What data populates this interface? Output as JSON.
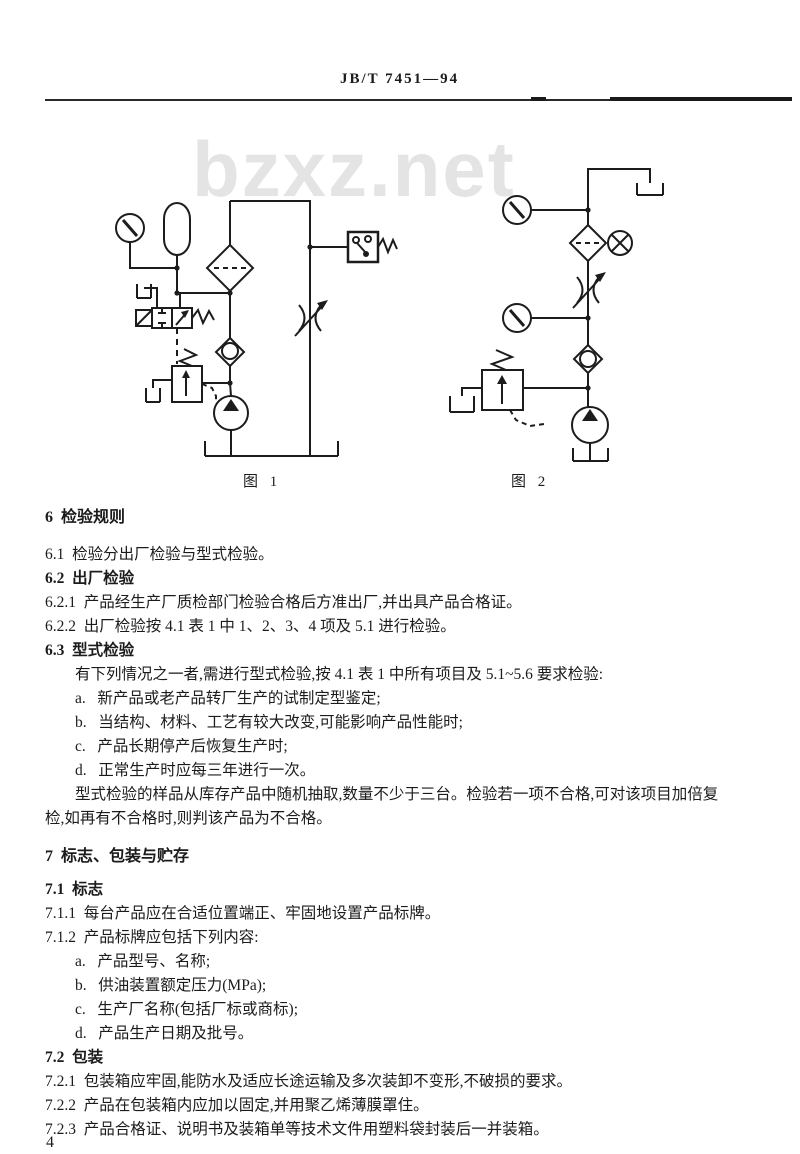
{
  "header": {
    "title": "JB/T 7451—94"
  },
  "watermark": {
    "text": "bzxz.net"
  },
  "colors": {
    "ink": "#1c1c1c",
    "watermark": "#e4e4e4"
  },
  "figures": {
    "fig1_caption": "图 1",
    "fig2_caption": "图 2",
    "fig1_components": [
      "pressure-gauge",
      "accumulator",
      "filter",
      "directional-valve",
      "relief-valve",
      "check-valve",
      "throttle-valve",
      "pressure-switch",
      "pump",
      "tank"
    ],
    "fig2_components": [
      "pressure-gauge",
      "filter",
      "clogging-indicator",
      "throttle-valve",
      "pressure-gauge",
      "check-valve",
      "relief-valve",
      "pump",
      "tank"
    ]
  },
  "page_number": "4",
  "content": {
    "lines": [
      {
        "cls": "sec mb13",
        "text": "6  检验规则"
      },
      {
        "cls": "",
        "text": "6.1  检验分出厂检验与型式检验。"
      },
      {
        "cls": "sub",
        "text": "6.2  出厂检验"
      },
      {
        "cls": "",
        "text": "6.2.1  产品经生产厂质检部门检验合格后方准出厂,并出具产品合格证。"
      },
      {
        "cls": "",
        "text": "6.2.2  出厂检验按 4.1 表 1 中 1、2、3、4 项及 5.1 进行检验。"
      },
      {
        "cls": "sub",
        "text": "6.3  型式检验"
      },
      {
        "cls": "ind",
        "text": "有下列情况之一者,需进行型式检验,按 4.1 表 1 中所有项目及 5.1~5.6 要求检验:"
      },
      {
        "cls": "ind",
        "text": "a.   新产品或老产品转厂生产的试制定型鉴定;"
      },
      {
        "cls": "ind",
        "text": "b.   当结构、材料、工艺有较大改变,可能影响产品性能时;"
      },
      {
        "cls": "ind",
        "text": "c.   产品长期停产后恢复生产时;"
      },
      {
        "cls": "ind",
        "text": "d.   正常生产时应每三年进行一次。"
      },
      {
        "cls": "ind",
        "text": "型式检验的样品从库存产品中随机抽取,数量不少于三台。检验若一项不合格,可对该项目加倍复"
      },
      {
        "cls": "",
        "text": "检,如再有不合格时,则判该产品为不合格。"
      },
      {
        "cls": "sec mt14 mb9",
        "text": "7  标志、包装与贮存"
      },
      {
        "cls": "sub",
        "text": "7.1  标志"
      },
      {
        "cls": "",
        "text": "7.1.1  每台产品应在合适位置端正、牢固地设置产品标牌。"
      },
      {
        "cls": "",
        "text": "7.1.2  产品标牌应包括下列内容:"
      },
      {
        "cls": "ind",
        "text": "a.   产品型号、名称;"
      },
      {
        "cls": "ind",
        "text": "b.   供油装置额定压力(MPa);"
      },
      {
        "cls": "ind",
        "text": "c.   生产厂名称(包括厂标或商标);"
      },
      {
        "cls": "ind",
        "text": "d.   产品生产日期及批号。"
      },
      {
        "cls": "sub",
        "text": "7.2  包装"
      },
      {
        "cls": "",
        "text": "7.2.1  包装箱应牢固,能防水及适应长途运输及多次装卸不变形,不破损的要求。"
      },
      {
        "cls": "",
        "text": "7.2.2  产品在包装箱内应加以固定,并用聚乙烯薄膜罩住。"
      },
      {
        "cls": "",
        "text": "7.2.3  产品合格证、说明书及装箱单等技术文件用塑料袋封装后一并装箱。"
      }
    ]
  }
}
